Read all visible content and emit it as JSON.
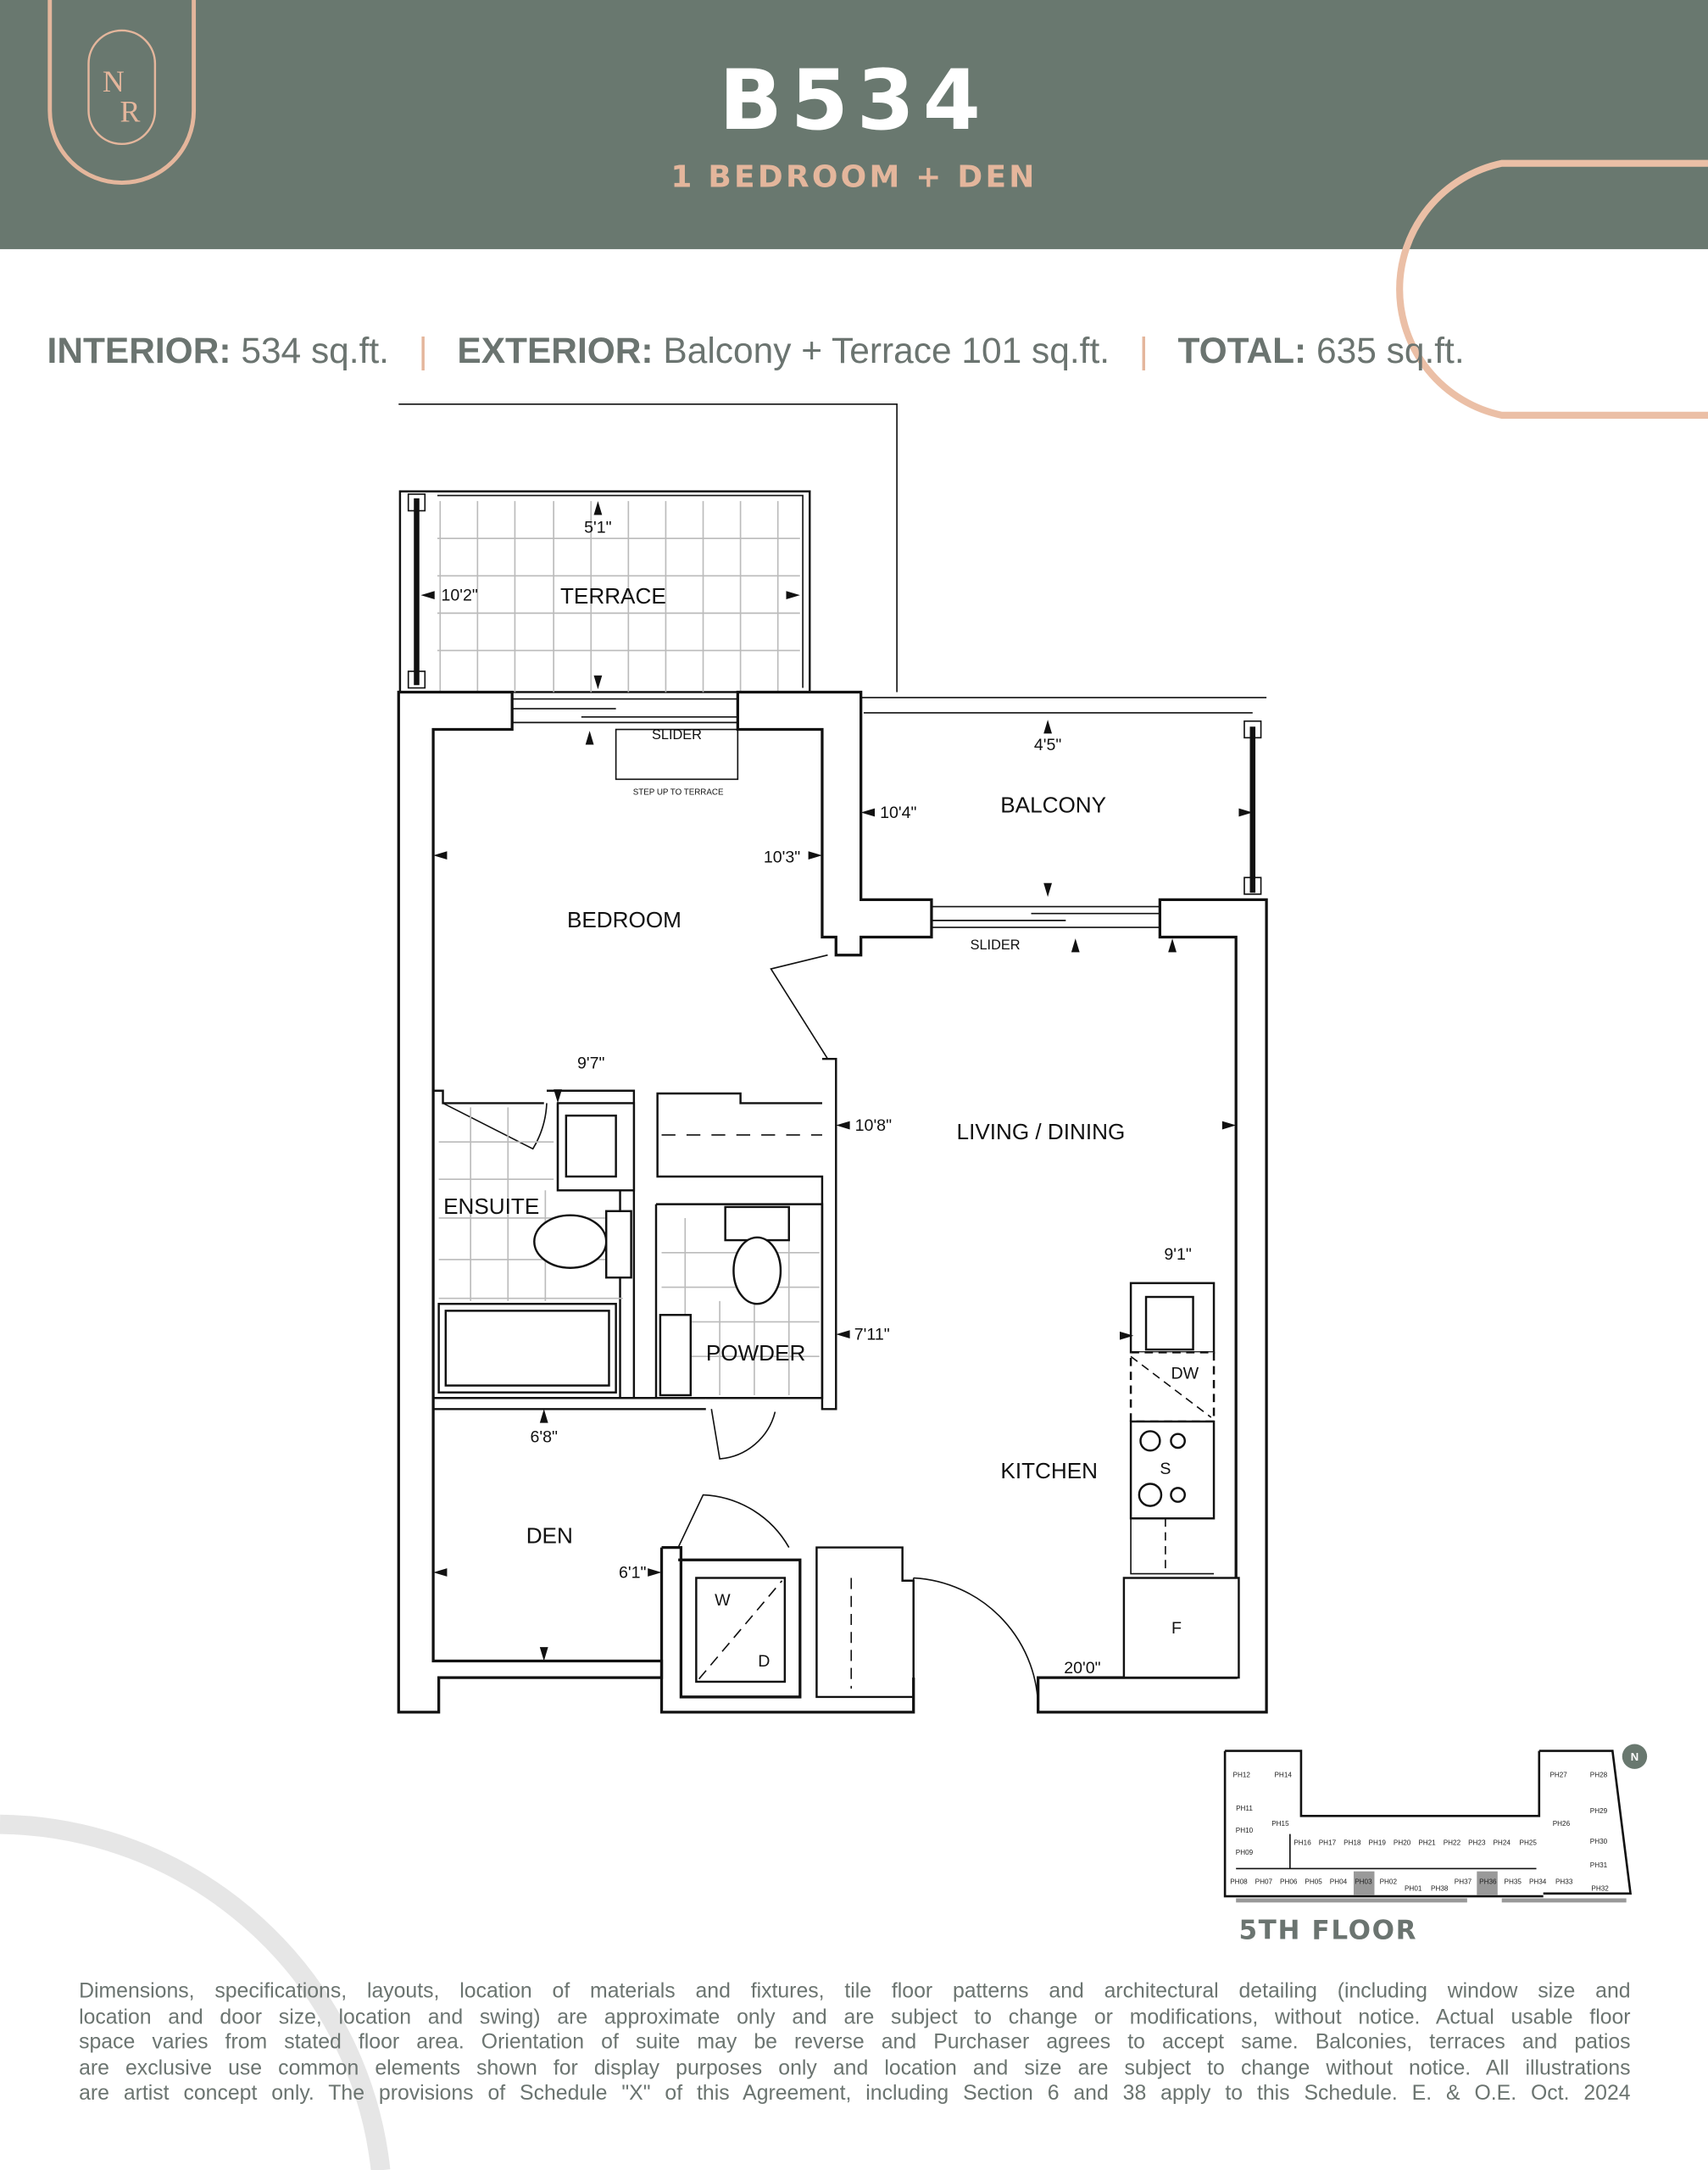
{
  "header": {
    "logo_letters": "NR",
    "title": "B534",
    "subtitle": "1 BEDROOM + DEN",
    "band_color": "#69786f",
    "accent_color": "#e4b69c"
  },
  "stats": {
    "interior_label": "INTERIOR:",
    "interior_value": "534 sq.ft.",
    "exterior_label": "EXTERIOR:",
    "exterior_value": "Balcony + Terrace  101 sq.ft.",
    "total_label": "TOTAL:",
    "total_value": "635 sq.ft."
  },
  "plan": {
    "rooms": {
      "terrace": "TERRACE",
      "bedroom": "BEDROOM",
      "balcony": "BALCONY",
      "living": "LIVING / DINING",
      "ensuite": "ENSUITE",
      "powder": "POWDER",
      "kitchen": "KITCHEN",
      "den": "DEN"
    },
    "dims": {
      "terrace_depth": "5'1\"",
      "terrace_width": "10'2\"",
      "bedroom_width": "10'3\"",
      "bedroom_depth": "9'7\"",
      "balcony_depth": "4'5\"",
      "balcony_width": "10'4\"",
      "living_width": "10'8\"",
      "kitchen_width": "9'1\"",
      "powder_width": "7'11\"",
      "den_depth": "6'8\"",
      "den_width": "6'1\"",
      "living_depth": "20'0\""
    },
    "notes": {
      "slider_bedroom": "SLIDER",
      "slider_living": "SLIDER",
      "step_up": "STEP UP TO TERRACE"
    },
    "fixtures": {
      "dishwasher": "DW",
      "stove": "S",
      "fridge": "F",
      "washer": "W",
      "dryer": "D"
    }
  },
  "key_plan": {
    "floor": "5TH FLOOR",
    "highlighted_units": [
      "PH03",
      "PH36"
    ],
    "units": [
      "PH12",
      "PH14",
      "PH11",
      "PH10",
      "PH15",
      "PH09",
      "PH16",
      "PH17",
      "PH18",
      "PH19",
      "PH20",
      "PH21",
      "PH22",
      "PH23",
      "PH24",
      "PH25",
      "PH08",
      "PH07",
      "PH06",
      "PH05",
      "PH04",
      "PH03",
      "PH02",
      "PH01",
      "PH38",
      "PH37",
      "PH36",
      "PH35",
      "PH34",
      "PH33",
      "PH32",
      "PH27",
      "PH28",
      "PH29",
      "PH26",
      "PH30",
      "PH31"
    ],
    "compass": "N"
  },
  "disclaimer": [
    "Dimensions, specifications, layouts, location of materials and fixtures, tile floor patterns and architectural detailing (including window size and",
    "location and door size, location and swing) are approximate only and are subject to change or modifications, without notice. Actual usable floor",
    "space varies from stated floor area. Orientation of suite may be reverse and Purchaser agrees to accept same. Balconies, terraces and patios",
    "are exclusive use common elements shown for display purposes only and location and size are subject to change without notice. All illustrations",
    "are artist concept only. The provisions of Schedule \"X\" of this Agreement, including Section 6 and 38 apply to this Schedule. E. & O.E. Oct. 2024"
  ]
}
